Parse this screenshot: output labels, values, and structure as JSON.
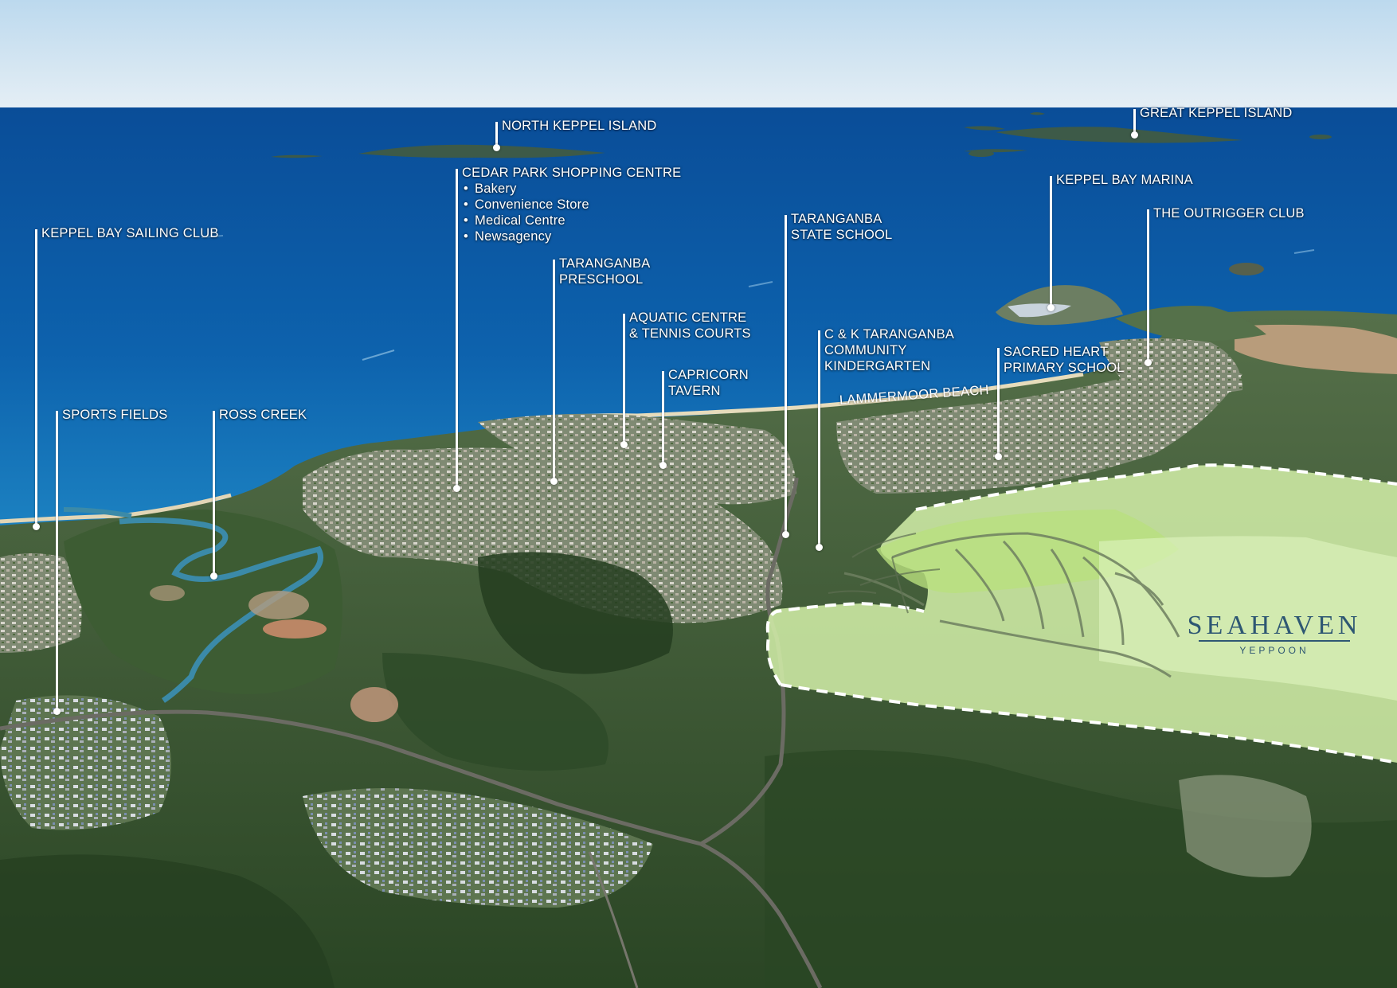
{
  "map": {
    "colors": {
      "sky_top": "#cfe3f1",
      "sky_horizon": "#e9f1f6",
      "ocean_deep": "#0b4f9a",
      "ocean_near": "#1a7fc0",
      "land_dark": "#2f4a2a",
      "land_mid": "#4b6b3a",
      "suburb": "#8c8a76",
      "development_overlay": "#cdeea0",
      "development_lots": "#b5dd7c",
      "label_color": "#ffffff"
    },
    "points_of_interest": [
      {
        "id": "north-keppel-island",
        "label": "NORTH KEPPEL ISLAND"
      },
      {
        "id": "great-keppel-island",
        "label": "GREAT KEPPEL ISLAND"
      },
      {
        "id": "cedar-park",
        "label": "CEDAR PARK SHOPPING CENTRE",
        "items": [
          "Bakery",
          "Convenience Store",
          "Medical Centre",
          "Newsagency"
        ]
      },
      {
        "id": "keppel-bay-sailing-club",
        "label": "KEPPEL BAY SAILING CLUB"
      },
      {
        "id": "taranganba-state-school",
        "label_lines": [
          "TARANGANBA",
          "STATE SCHOOL"
        ]
      },
      {
        "id": "keppel-bay-marina",
        "label": "KEPPEL BAY MARINA"
      },
      {
        "id": "the-outrigger-club",
        "label": "THE OUTRIGGER CLUB"
      },
      {
        "id": "taranganba-preschool",
        "label_lines": [
          "TARANGANBA",
          "PRESCHOOL"
        ]
      },
      {
        "id": "aquatic-centre",
        "label_lines": [
          "AQUATIC CENTRE",
          "& TENNIS COURTS"
        ]
      },
      {
        "id": "ck-kindergarten",
        "label_lines": [
          "C & K TARANGANBA",
          "COMMUNITY",
          "KINDERGARTEN"
        ]
      },
      {
        "id": "sacred-heart",
        "label_lines": [
          "SACRED HEART",
          "PRIMARY SCHOOL"
        ]
      },
      {
        "id": "capricorn-tavern",
        "label_lines": [
          "CAPRICORN",
          "TAVERN"
        ]
      },
      {
        "id": "sports-fields",
        "label": "SPORTS FIELDS"
      },
      {
        "id": "ross-creek",
        "label": "ROSS CREEK"
      }
    ],
    "beach_label": "LAMMERMOOR BEACH",
    "brand": {
      "name": "SEAHAVEN",
      "subtitle": "YEPPOON"
    }
  }
}
